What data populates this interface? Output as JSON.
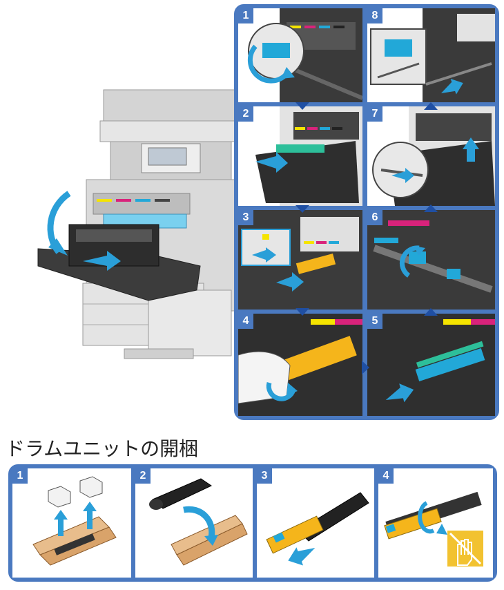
{
  "colors": {
    "accent": "#4a79c0",
    "arrow": "#2a9fd8",
    "toner_yellow": "#f5b51b",
    "toner_magenta": "#d9237b",
    "toner_cyan": "#22a8d8",
    "caution": "#f2c230"
  },
  "replacement_steps": [
    {
      "number": "1"
    },
    {
      "number": "2"
    },
    {
      "number": "3"
    },
    {
      "number": "4"
    },
    {
      "number": "5"
    },
    {
      "number": "6"
    },
    {
      "number": "7"
    },
    {
      "number": "8"
    }
  ],
  "unpack": {
    "title": "ドラムユニットの開梱",
    "steps": [
      {
        "number": "1"
      },
      {
        "number": "2"
      },
      {
        "number": "3"
      },
      {
        "number": "4"
      }
    ]
  },
  "icons": [
    "printer-illustration",
    "flow-arrow-icon",
    "caution-hand-icon"
  ]
}
